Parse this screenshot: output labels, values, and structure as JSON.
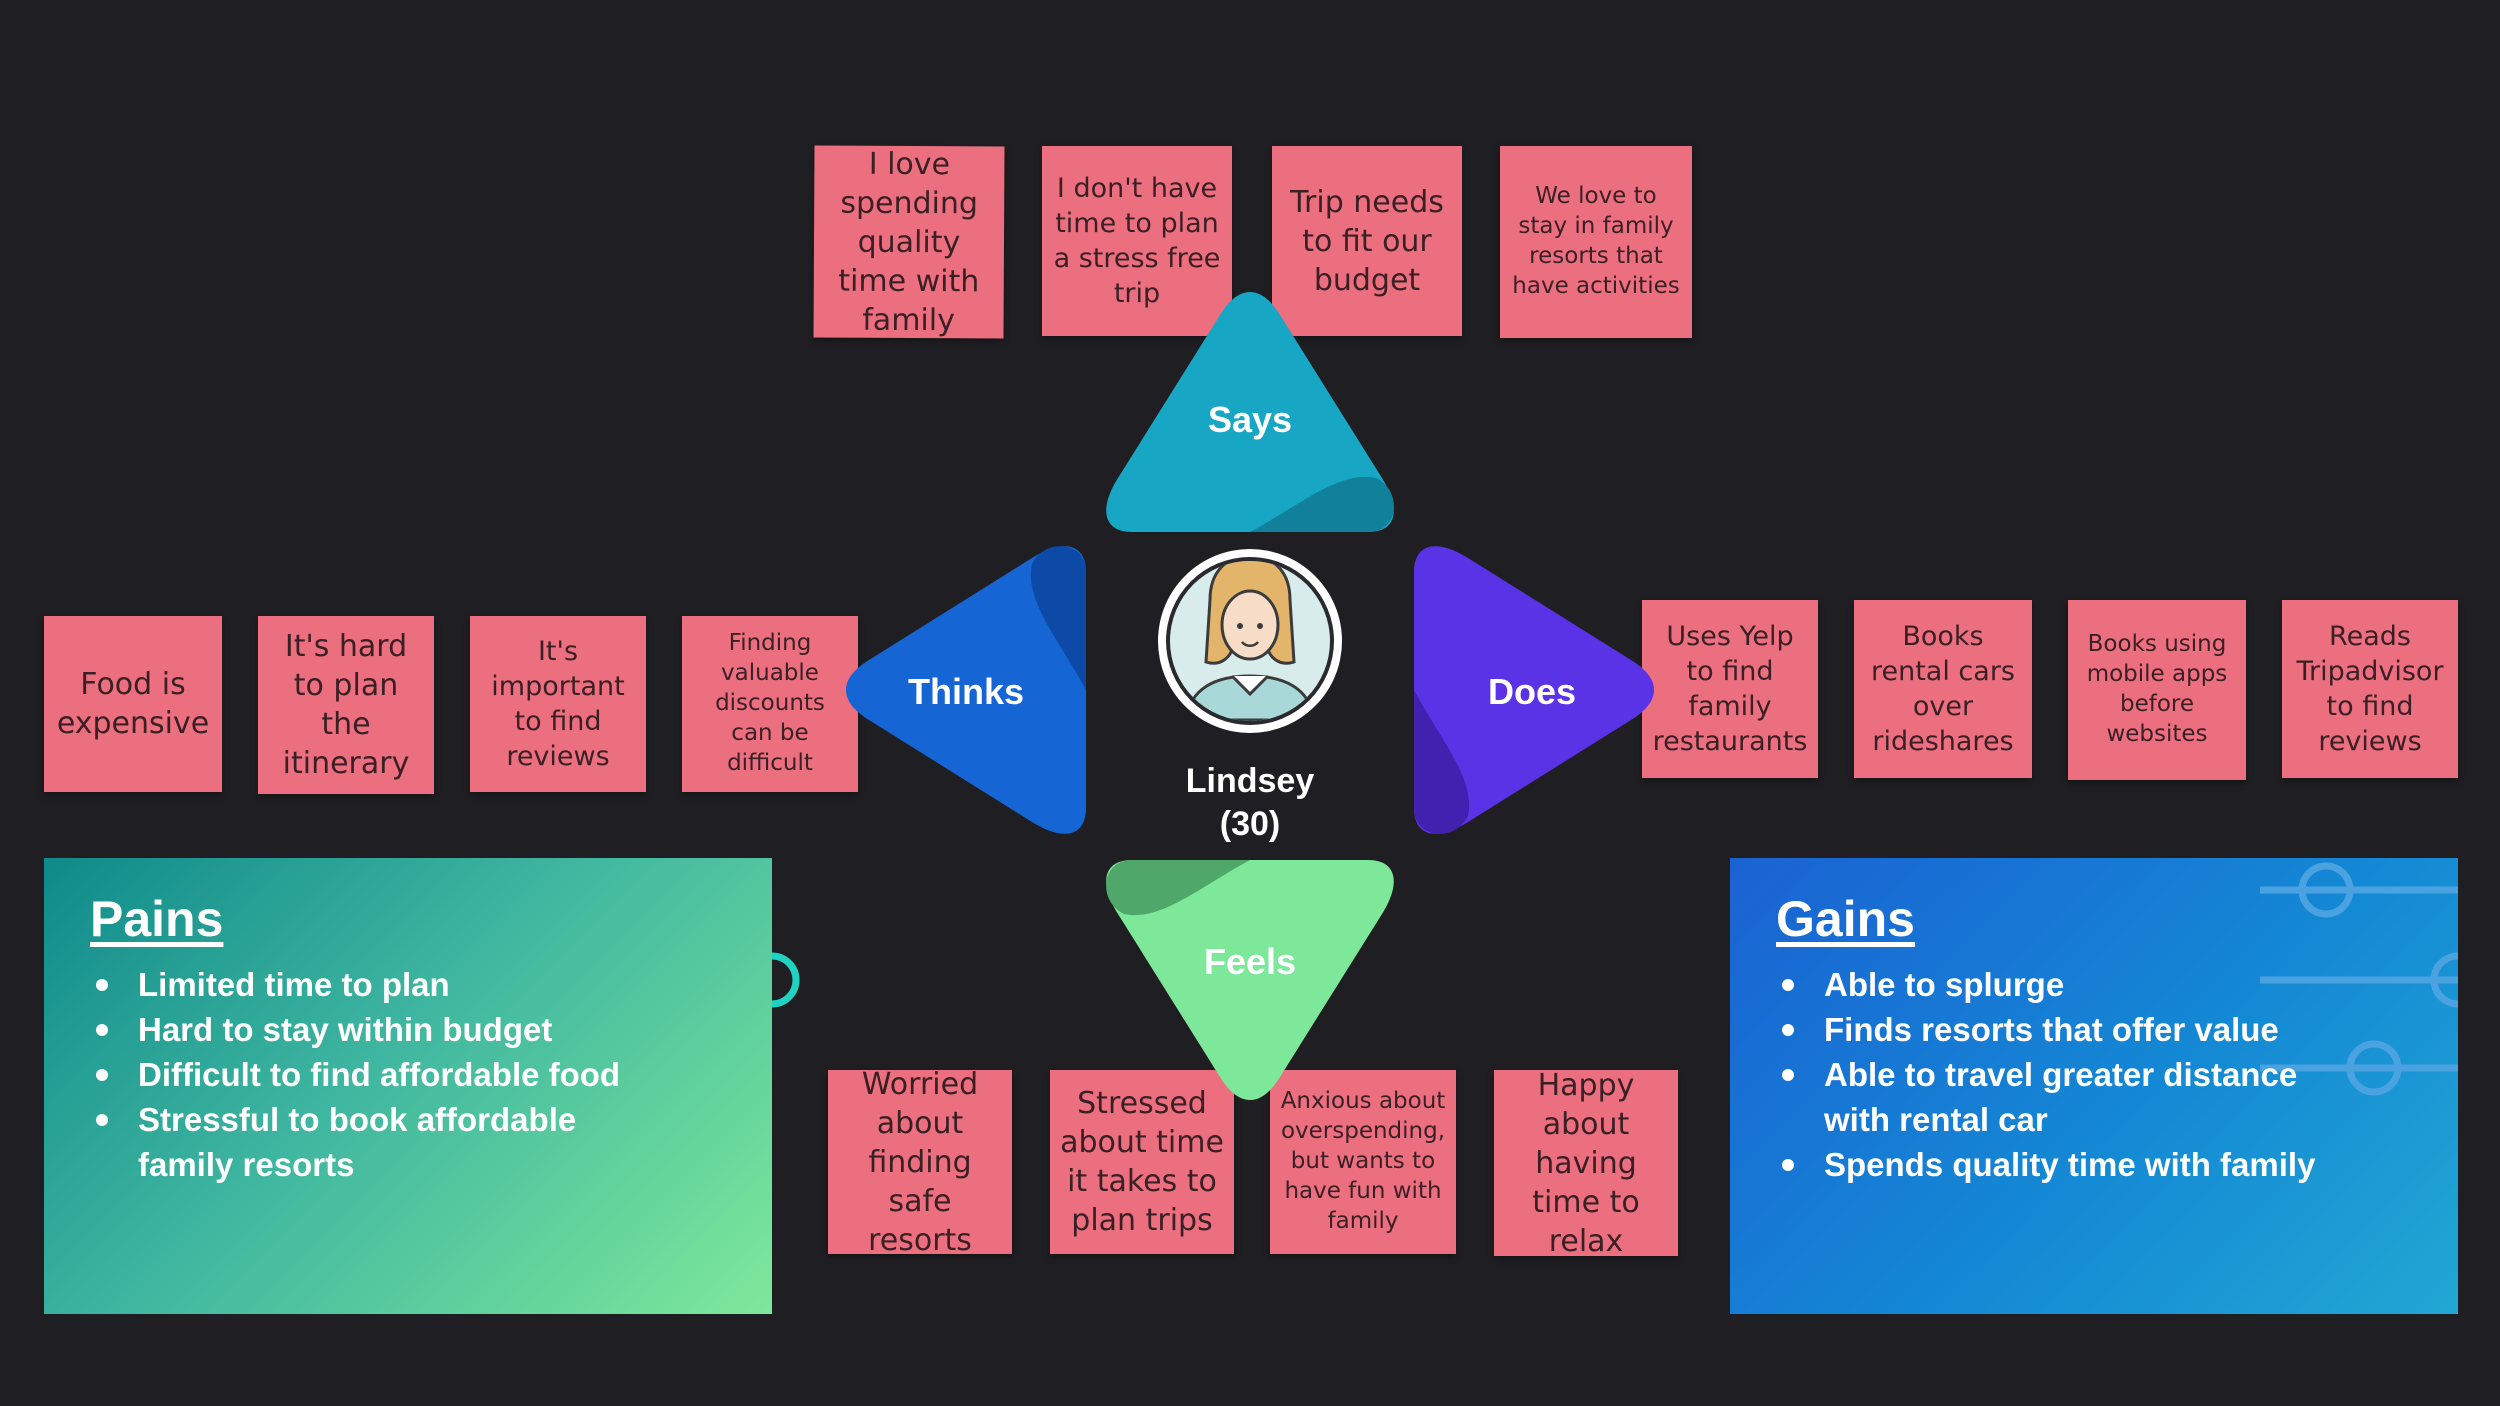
{
  "says": {
    "label": "Says",
    "notes": [
      {
        "text": "I love spending quality time with family"
      },
      {
        "text": "I don't have time to plan a stress free trip"
      },
      {
        "text": "Trip needs to fit our budget"
      },
      {
        "text": "We love to stay in family resorts that have activities"
      }
    ]
  },
  "thinks": {
    "label": "Thinks",
    "notes": [
      {
        "text": "Food is expensive"
      },
      {
        "text": "It's hard to plan the itinerary"
      },
      {
        "text": "It's important to find reviews"
      },
      {
        "text": "Finding valuable discounts can be difficult"
      }
    ]
  },
  "does": {
    "label": "Does",
    "notes": [
      {
        "text": "Uses Yelp to find family restaurants"
      },
      {
        "text": "Books rental cars over rideshares"
      },
      {
        "text": "Books using mobile apps before websites"
      },
      {
        "text": "Reads Tripadvisor to find reviews"
      }
    ]
  },
  "feels": {
    "label": "Feels",
    "notes": [
      {
        "text": "Worried about finding safe resorts"
      },
      {
        "text": "Stressed about time it takes to plan trips"
      },
      {
        "text": "Anxious about overspending, but wants to have fun with family"
      },
      {
        "text": "Happy about having time to relax"
      }
    ]
  },
  "persona": {
    "name": "Lindsey",
    "age": "(30)",
    "avatar_icon": "woman-avatar-icon"
  },
  "pains": {
    "title": "Pains",
    "items": [
      "Limited time to plan",
      "Hard to stay within budget",
      "Difficult to find affordable food",
      "Stressful to book affordable family resorts"
    ]
  },
  "gains": {
    "title": "Gains",
    "items": [
      "Able to splurge",
      "Finds resorts that offer value",
      "Able to travel greater distance with rental car",
      "Spends quality time with family"
    ]
  },
  "colors": {
    "background": "#1f1f23",
    "note": "#ec6f80",
    "says": "#17a6c4",
    "thinks": "#1565d4",
    "does": "#5a33e6",
    "feels": "#7ee89a"
  }
}
